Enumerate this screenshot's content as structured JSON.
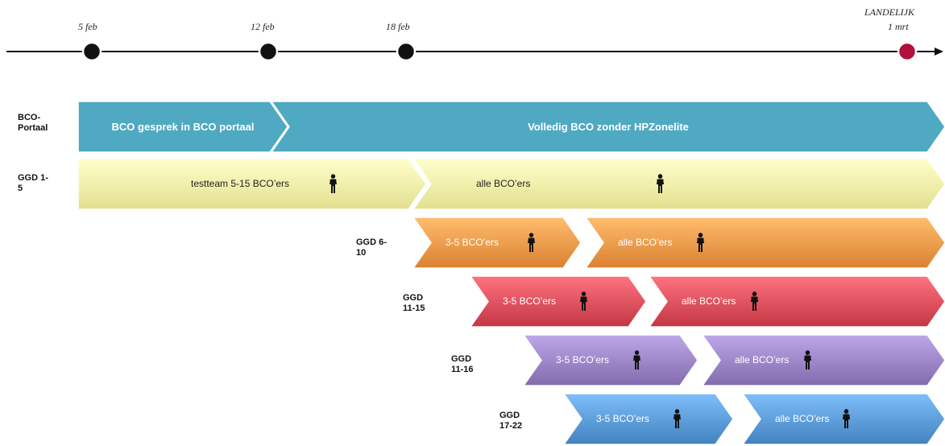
{
  "timeline": {
    "dates": [
      "5 feb",
      "12 feb",
      "18 feb",
      "1 mrt"
    ],
    "landelijk": "LANDELIJK",
    "marker_color": "#b0103a"
  },
  "rows": [
    {
      "label": [
        "BCO-",
        "Portaal"
      ],
      "phases": [
        {
          "text": "BCO gesprek in BCO portaal",
          "people": 0
        },
        {
          "text": "Volledig BCO zonder HPZonelite",
          "people": 0
        }
      ]
    },
    {
      "label": [
        "GGD 1-",
        "5"
      ],
      "phases": [
        {
          "text": "testteam 5-15 BCO’ers",
          "people": 3
        },
        {
          "text": "alle BCO’ers",
          "people": 9
        }
      ]
    },
    {
      "label": [
        "GGD 6-",
        "10"
      ],
      "phases": [
        {
          "text": "3-5 BCO’ers",
          "people": 3
        },
        {
          "text": "alle BCO’ers",
          "people": 9
        }
      ]
    },
    {
      "label": [
        "GGD",
        "11-15"
      ],
      "phases": [
        {
          "text": "3-5 BCO’ers",
          "people": 3
        },
        {
          "text": "alle BCO’ers",
          "people": 9
        }
      ]
    },
    {
      "label": [
        "GGD",
        "11-16"
      ],
      "phases": [
        {
          "text": "3-5 BCO’ers",
          "people": 3
        },
        {
          "text": "alle BCO’ers",
          "people": 9
        }
      ]
    },
    {
      "label": [
        "GGD",
        "17-22"
      ],
      "phases": [
        {
          "text": "3-5 BCO’ers",
          "people": 3
        },
        {
          "text": "alle BCO’ers",
          "people": 9
        }
      ]
    }
  ],
  "colors": {
    "teal": "#4fa9c2",
    "yellow": "#fbf9a8",
    "orange": "#f29a4a",
    "red": "#dc4f5c",
    "purple": "#9b84c6",
    "blue": "#5b9bd8"
  }
}
